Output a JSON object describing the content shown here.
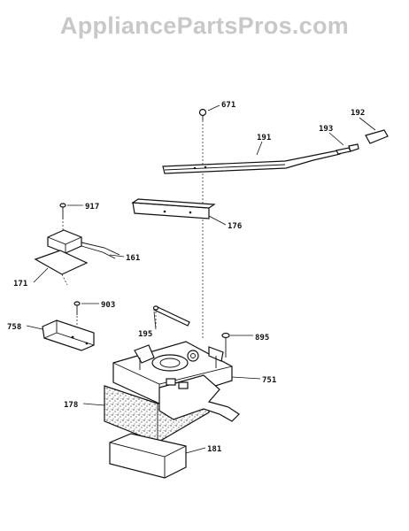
{
  "watermark": "AppliancePartsPros.com",
  "labels": {
    "p671": "671",
    "p191": "191",
    "p192": "192",
    "p193": "193",
    "p917": "917",
    "p176": "176",
    "p161": "161",
    "p171": "171",
    "p903": "903",
    "p758": "758",
    "p195": "195",
    "p895": "895",
    "p751": "751",
    "p178": "178",
    "p181": "181"
  }
}
